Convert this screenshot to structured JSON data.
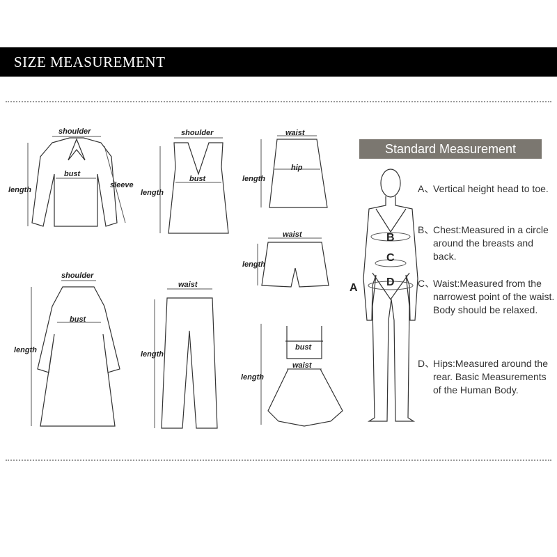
{
  "header": {
    "title": "SIZE MEASUREMENT"
  },
  "garments": {
    "shirt": {
      "shoulder": "shoulder",
      "bust": "bust",
      "length": "length",
      "sleeve": "sleeve"
    },
    "vest": {
      "shoulder": "shoulder",
      "bust": "bust",
      "length": "length"
    },
    "skirt": {
      "waist": "waist",
      "hip": "hip",
      "length": "length"
    },
    "shorts": {
      "waist": "waist",
      "length": "length"
    },
    "coat": {
      "shoulder": "shoulder",
      "bust": "bust",
      "length": "length"
    },
    "pants": {
      "waist": "waist",
      "length": "length"
    },
    "dress": {
      "bust": "bust",
      "waist": "waist",
      "length": "length"
    }
  },
  "standard": {
    "title": "Standard Measurement",
    "body_labels": {
      "a": "A",
      "b": "B",
      "c": "C",
      "d": "D"
    },
    "items": [
      {
        "key": "A、",
        "text": "Vertical height head to toe."
      },
      {
        "key": "B、",
        "text": "Chest:Measured in a circle around the breasts and back."
      },
      {
        "key": "C、",
        "text": "Waist:Measured from the narrowest point of the waist. Body should be relaxed."
      },
      {
        "key": "D、",
        "text": "Hips:Measured around the rear. Basic Measurements of the Human Body."
      }
    ]
  }
}
